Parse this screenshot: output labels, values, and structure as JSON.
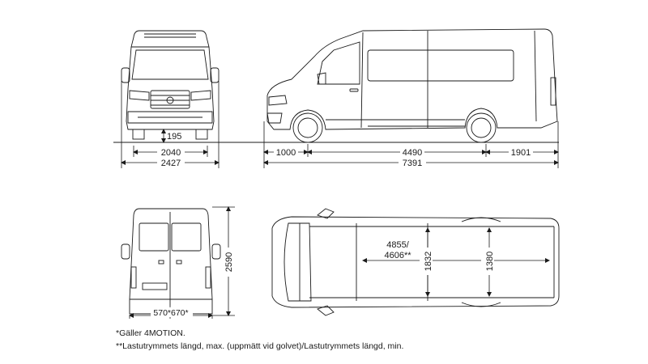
{
  "views": {
    "front": {
      "ground_clearance": "195",
      "track_width": "2040",
      "overall_width": "2427"
    },
    "side": {
      "front_overhang": "1000",
      "wheelbase": "4490",
      "rear_overhang": "1901",
      "overall_length": "7391"
    },
    "rear": {
      "overall_height": "2590",
      "door_split": "570*670*"
    },
    "top": {
      "cargo_length_max": "4855/",
      "cargo_length_min": "4606**",
      "cargo_width_max": "1832",
      "cargo_width_min": "1380"
    }
  },
  "footnotes": {
    "note1": "*Gäller 4MOTION.",
    "note2": "**Lastutrymmets längd, max. (uppmätt vid golvet)/Lastutrymmets längd, min."
  },
  "colors": {
    "line": "#1a1a1a",
    "background": "#ffffff"
  }
}
